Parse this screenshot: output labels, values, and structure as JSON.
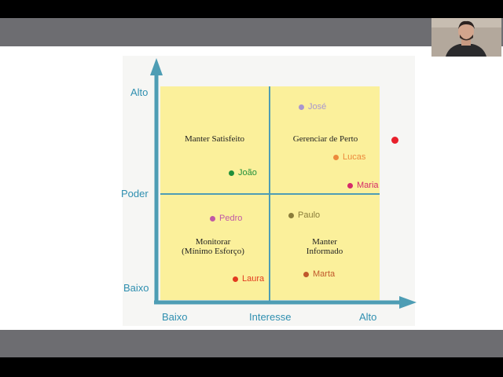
{
  "slide": {
    "y_axis": {
      "title": "Poder",
      "high": "Alto",
      "low": "Baixo"
    },
    "x_axis": {
      "title": "Interesse",
      "low": "Baixo",
      "high": "Alto"
    },
    "quadrants": {
      "top_left": "Manter Satisfeito",
      "top_right": "Gerenciar de Perto",
      "bottom_left_line1": "Monitorar",
      "bottom_left_line2": "(Mínimo Esforço)",
      "bottom_right_line1": "Manter",
      "bottom_right_line2": "Informado"
    },
    "stakeholders": [
      {
        "name": "José",
        "color": "#a996cf"
      },
      {
        "name": "João",
        "color": "#1f8f3a"
      },
      {
        "name": "Lucas",
        "color": "#ec8a3c"
      },
      {
        "name": "Maria",
        "color": "#d52a6a"
      },
      {
        "name": "Pedro",
        "color": "#c059a6"
      },
      {
        "name": "Paulo",
        "color": "#8a7d3a"
      },
      {
        "name": "Laura",
        "color": "#e23b1f"
      },
      {
        "name": "Marta",
        "color": "#c0582c"
      }
    ]
  },
  "colors": {
    "axis": "#4e9db4",
    "quadrant_fill": "#fbf09b",
    "label": "#2f8fb0",
    "laser_pointer": "#e8202b"
  }
}
